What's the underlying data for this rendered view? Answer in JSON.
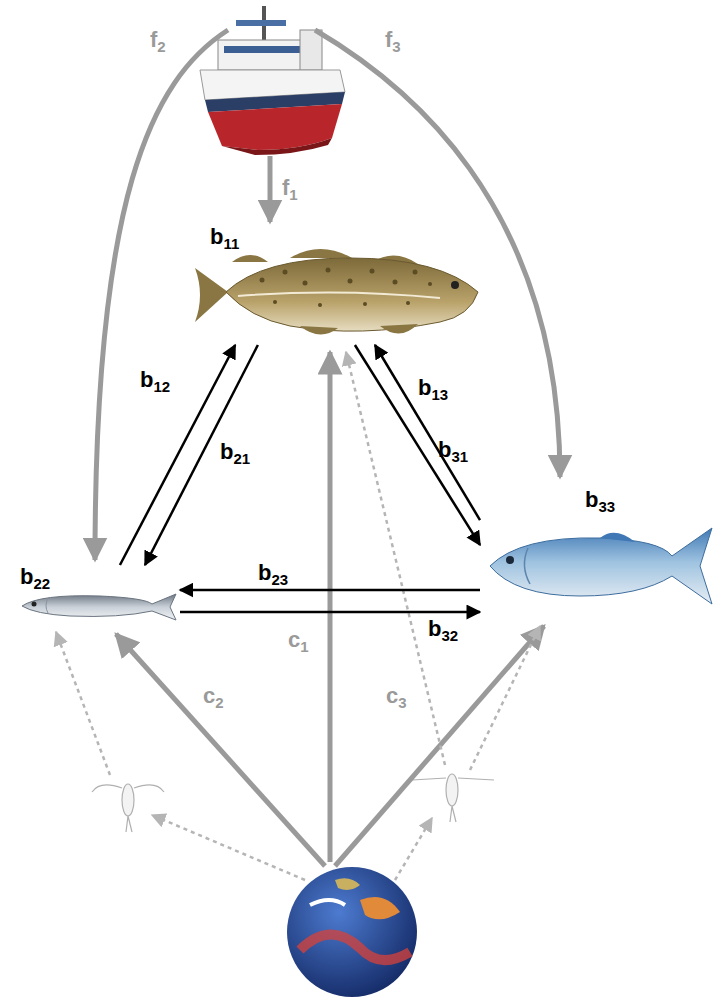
{
  "diagram": {
    "nodes": [
      {
        "text": [
          "b11"
        ]
      },
      {
        "text": [
          "b22"
        ]
      },
      {
        "text": [
          "b33"
        ]
      }
    ],
    "edges": [
      {
        "from": 1,
        "to": 0,
        "label": "b12",
        "arrow": "to"
      },
      {
        "from": 0,
        "to": 1,
        "label": "b21",
        "arrow": "to"
      },
      {
        "from": 2,
        "to": 0,
        "label": "b13",
        "arrow": "to"
      },
      {
        "from": 0,
        "to": 2,
        "label": "b31",
        "arrow": "to"
      },
      {
        "from": 2,
        "to": 1,
        "label": "b23",
        "arrow": "to"
      },
      {
        "from": 1,
        "to": 2,
        "label": "b32",
        "arrow": "to"
      }
    ],
    "labels": [
      "f2",
      "f1",
      "f3",
      "c1",
      "c2",
      "c3"
    ]
  }
}
